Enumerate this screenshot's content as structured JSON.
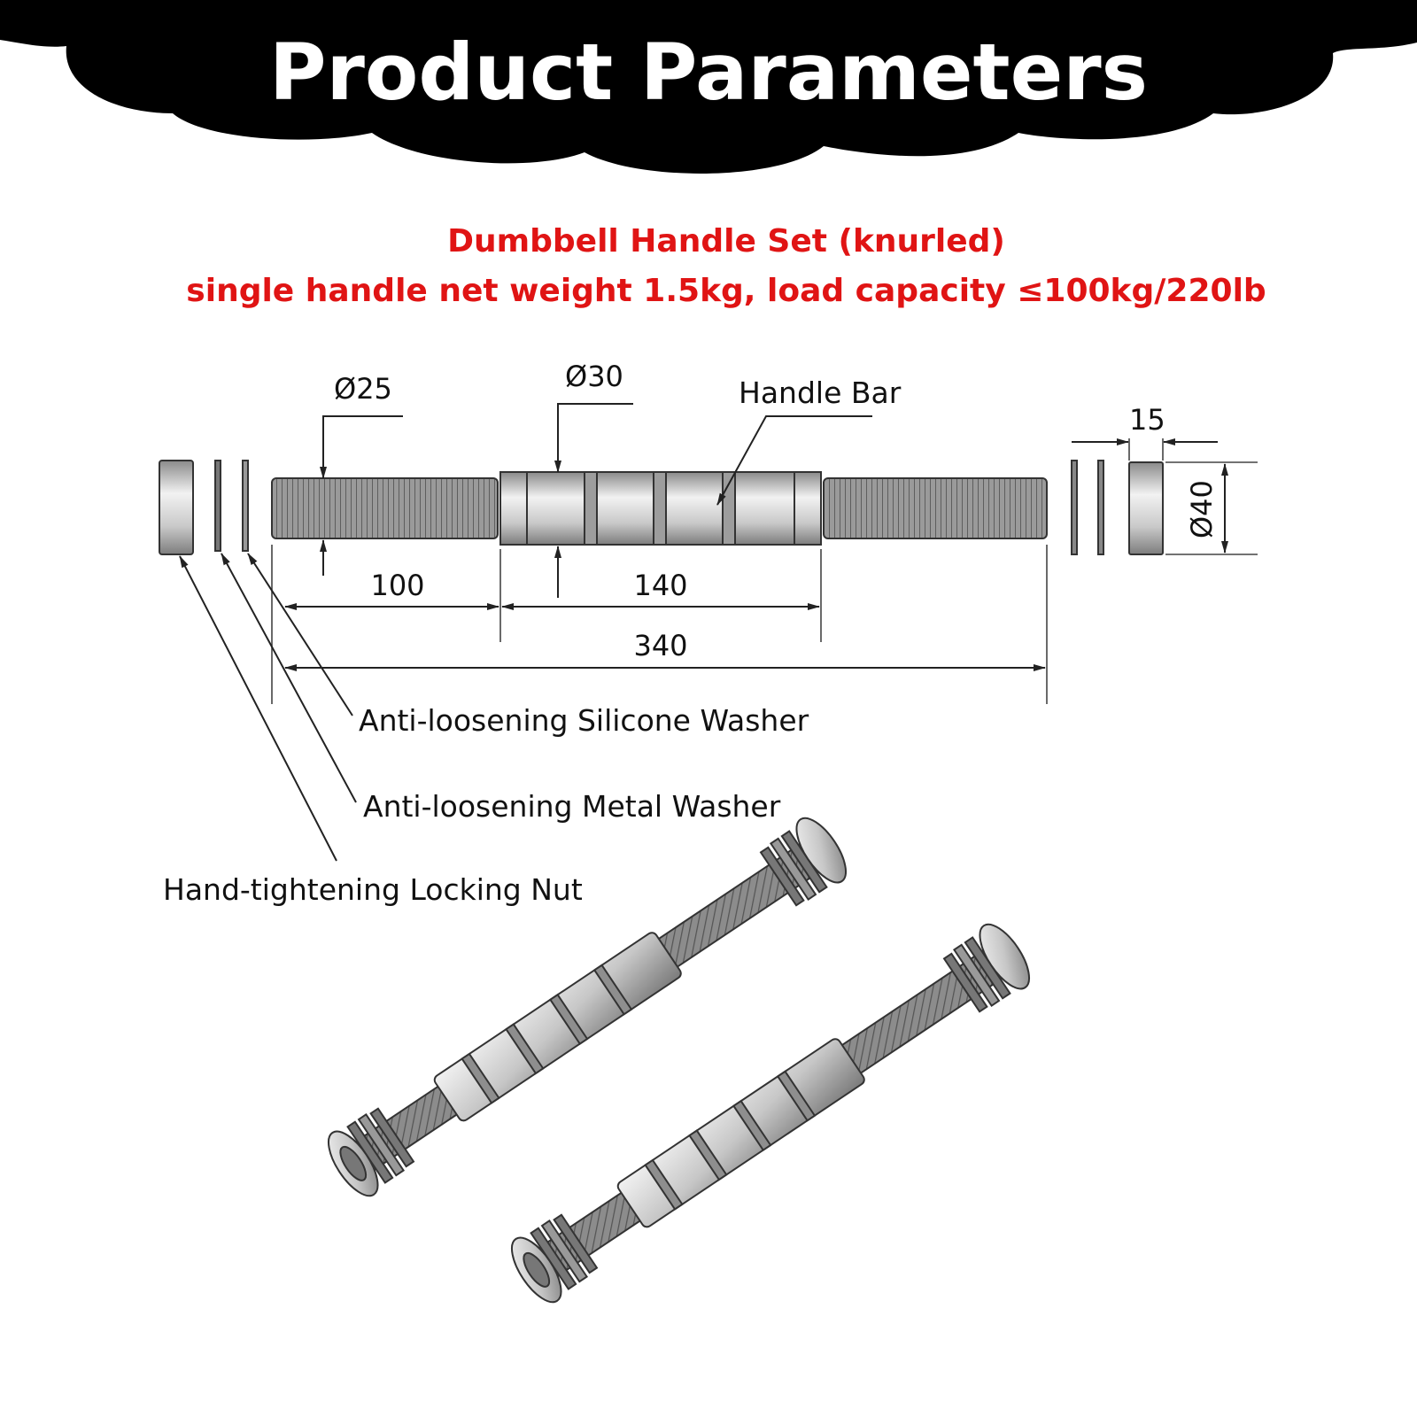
{
  "header": {
    "title": "Product Parameters"
  },
  "subtitle": {
    "line1": "Dumbbell Handle Set (knurled)",
    "line2": "single handle net weight 1.5kg, load capacity ≤100kg/220lb"
  },
  "dimensions": {
    "thread_diameter": "Ø25",
    "grip_diameter": "Ø30",
    "nut_width": "15",
    "nut_diameter": "Ø40",
    "thread_length": "100",
    "grip_length": "140",
    "total_length": "340"
  },
  "parts": {
    "handle_bar": "Handle Bar",
    "silicone_washer": "Anti-loosening Silicone Washer",
    "metal_washer": "Anti-loosening Metal Washer",
    "locking_nut": "Hand-tightening Locking Nut"
  },
  "colors": {
    "header_bg": "#000000",
    "subtitle": "#e01414",
    "metal": "#b9b9b9"
  }
}
